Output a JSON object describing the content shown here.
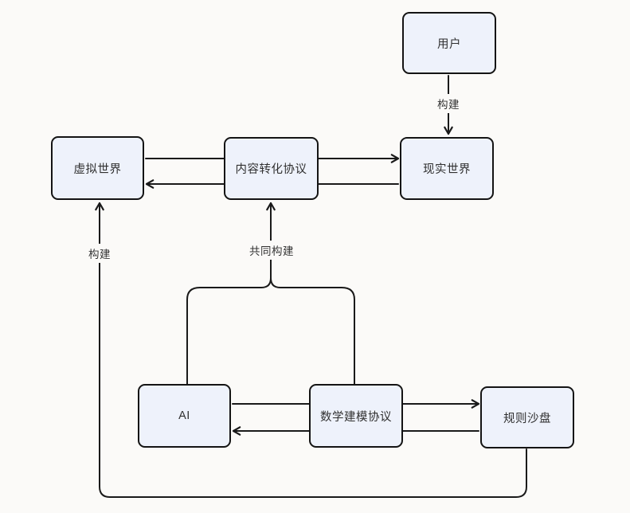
{
  "diagram": {
    "nodes": [
      {
        "id": "user",
        "label": "用户"
      },
      {
        "id": "virtual-world",
        "label": "虚拟世界"
      },
      {
        "id": "content-protocol",
        "label": "内容转化协议"
      },
      {
        "id": "real-world",
        "label": "现实世界"
      },
      {
        "id": "ai",
        "label": "AI"
      },
      {
        "id": "math-protocol",
        "label": "数学建模协议"
      },
      {
        "id": "rule-sandbox",
        "label": "规则沙盘"
      }
    ],
    "edges": [
      {
        "from": "user",
        "to": "real-world",
        "label": "构建"
      },
      {
        "from": "virtual-world",
        "to": "real-world",
        "via": "content-protocol",
        "label": ""
      },
      {
        "from": "real-world",
        "to": "virtual-world",
        "via": "content-protocol",
        "label": ""
      },
      {
        "from": "ai",
        "to": "rule-sandbox",
        "via": "math-protocol",
        "label": ""
      },
      {
        "from": "rule-sandbox",
        "to": "ai",
        "via": "math-protocol",
        "label": ""
      },
      {
        "from": "ai + math-protocol",
        "to": "content-protocol",
        "label": "共同构建"
      },
      {
        "from": "rule-sandbox",
        "to": "virtual-world",
        "label": "构建"
      }
    ],
    "edge_labels": {
      "user_build": "构建",
      "co_build": "共同构建",
      "loop_build": "构建"
    },
    "colors": {
      "background": "#fbfaf8",
      "node_fill": "#eef2fb",
      "node_border": "#141414",
      "line": "#1a1a1a",
      "text": "#303030"
    }
  }
}
